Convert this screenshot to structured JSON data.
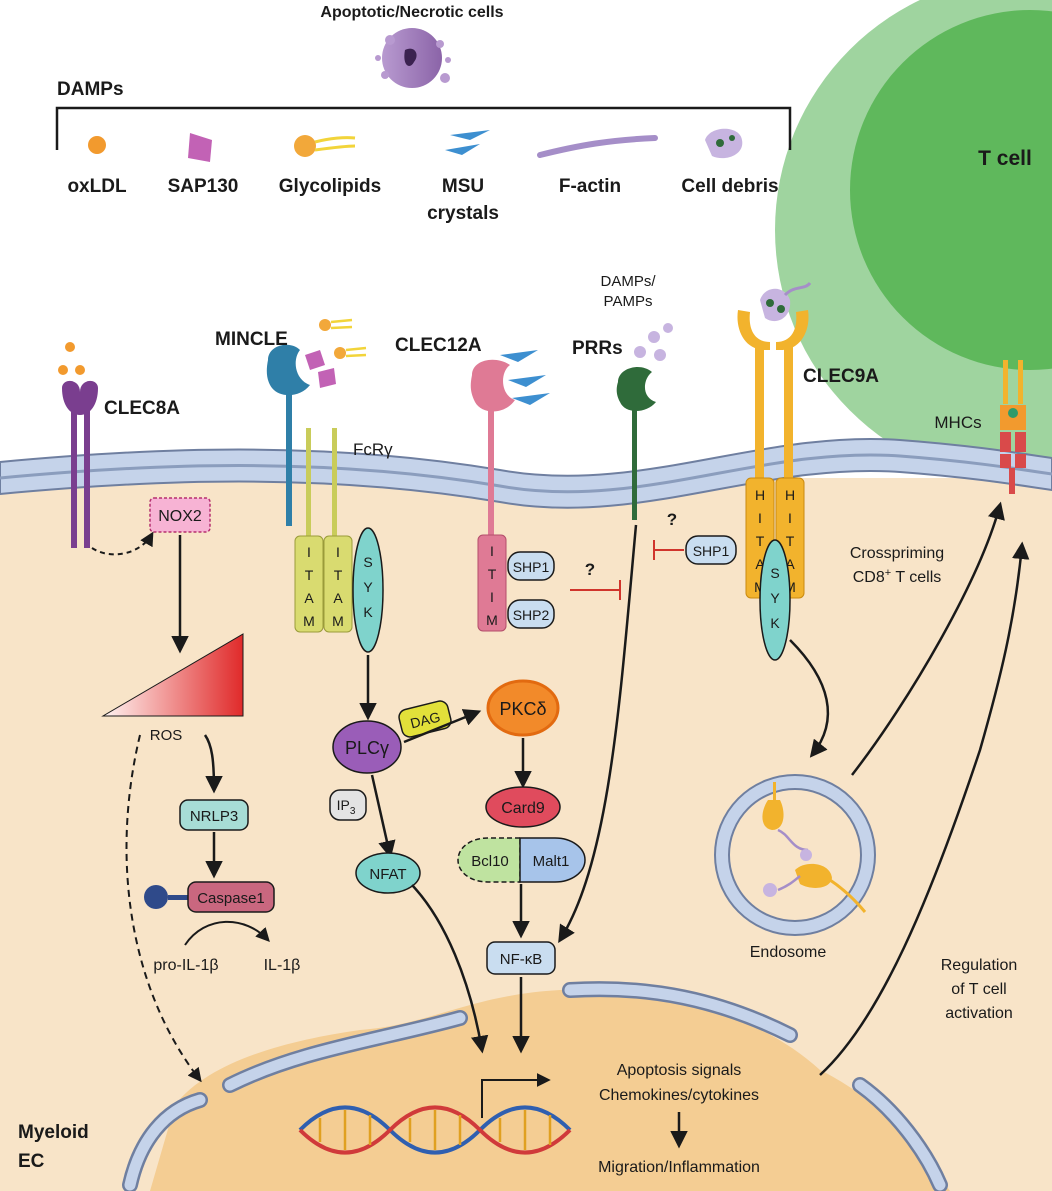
{
  "top": {
    "apoptotic_cells": "Apoptotic/Necrotic cells",
    "damps_title": "DAMPs"
  },
  "damps": [
    "oxLDL",
    "SAP130",
    "Glycolipids",
    "MSU",
    "crystals",
    "F-actin",
    "Cell debris"
  ],
  "t_cell": "T cell",
  "receptors": {
    "clec8a": "CLEC8A",
    "mincle": "MINCLE",
    "clec12a": "CLEC12A",
    "prrs": "PRRs",
    "clec9a": "CLEC9A",
    "fcr": "FcRγ",
    "damps_pamps_1": "DAMPs/",
    "damps_pamps_2": "PAMPs",
    "mhcs": "MHCs"
  },
  "motifs": {
    "itam": [
      "I",
      "T",
      "A",
      "M"
    ],
    "itim": [
      "I",
      "T",
      "I",
      "M"
    ],
    "hitam": [
      "H",
      "I",
      "T",
      "A",
      "M"
    ],
    "syk": [
      "S",
      "Y",
      "K"
    ]
  },
  "nodes": {
    "nox2": "NOX2",
    "ros": "ROS",
    "nlrp3": "NRLP3",
    "caspase1": "Caspase1",
    "pro_il1b": "pro-IL-1β",
    "il1b": "IL-1β",
    "plcg": "PLCγ",
    "dag": "DAG",
    "ip3": "IP",
    "ip3_sub": "3",
    "pkcd": "PKCδ",
    "card9": "Card9",
    "bcl10": "Bcl10",
    "malt1": "Malt1",
    "nfat": "NFAT",
    "nfkb": "NF-κB",
    "shp1": "SHP1",
    "shp2": "SHP2",
    "shp1b": "SHP1",
    "question": "?",
    "question2": "?"
  },
  "labels": {
    "crosspriming_1": "Crosspriming",
    "crosspriming_2": "CD8",
    "crosspriming_sup": "+",
    "crosspriming_3": " T cells",
    "endosome": "Endosome",
    "regulation_1": "Regulation",
    "regulation_2": "of T cell",
    "regulation_3": "activation",
    "apoptosis_signals": "Apoptosis signals",
    "chemokines": "Chemokines/cytokines",
    "migration": "Migration/Inflammation",
    "myeloid": "Myeloid",
    "ec": "EC"
  },
  "colors": {
    "cytoplasm": "#f8e4c8",
    "nucleus": "#f4cd93",
    "membrane": "#c5d3ea",
    "membrane_edge": "#6f7fa0",
    "clec8a": "#7a3e8f",
    "mincle": "#2f7fa8",
    "clec12a": "#df7a95",
    "prr": "#2f6b3a",
    "clec9a": "#f2b32d",
    "itam": "#d9db70",
    "syk": "#7fd3cc",
    "shp": "#c9ddf0",
    "t_cell_outer": "#9fd49f",
    "t_cell_inner": "#5fb85c",
    "inhibit": "#d0342c"
  }
}
